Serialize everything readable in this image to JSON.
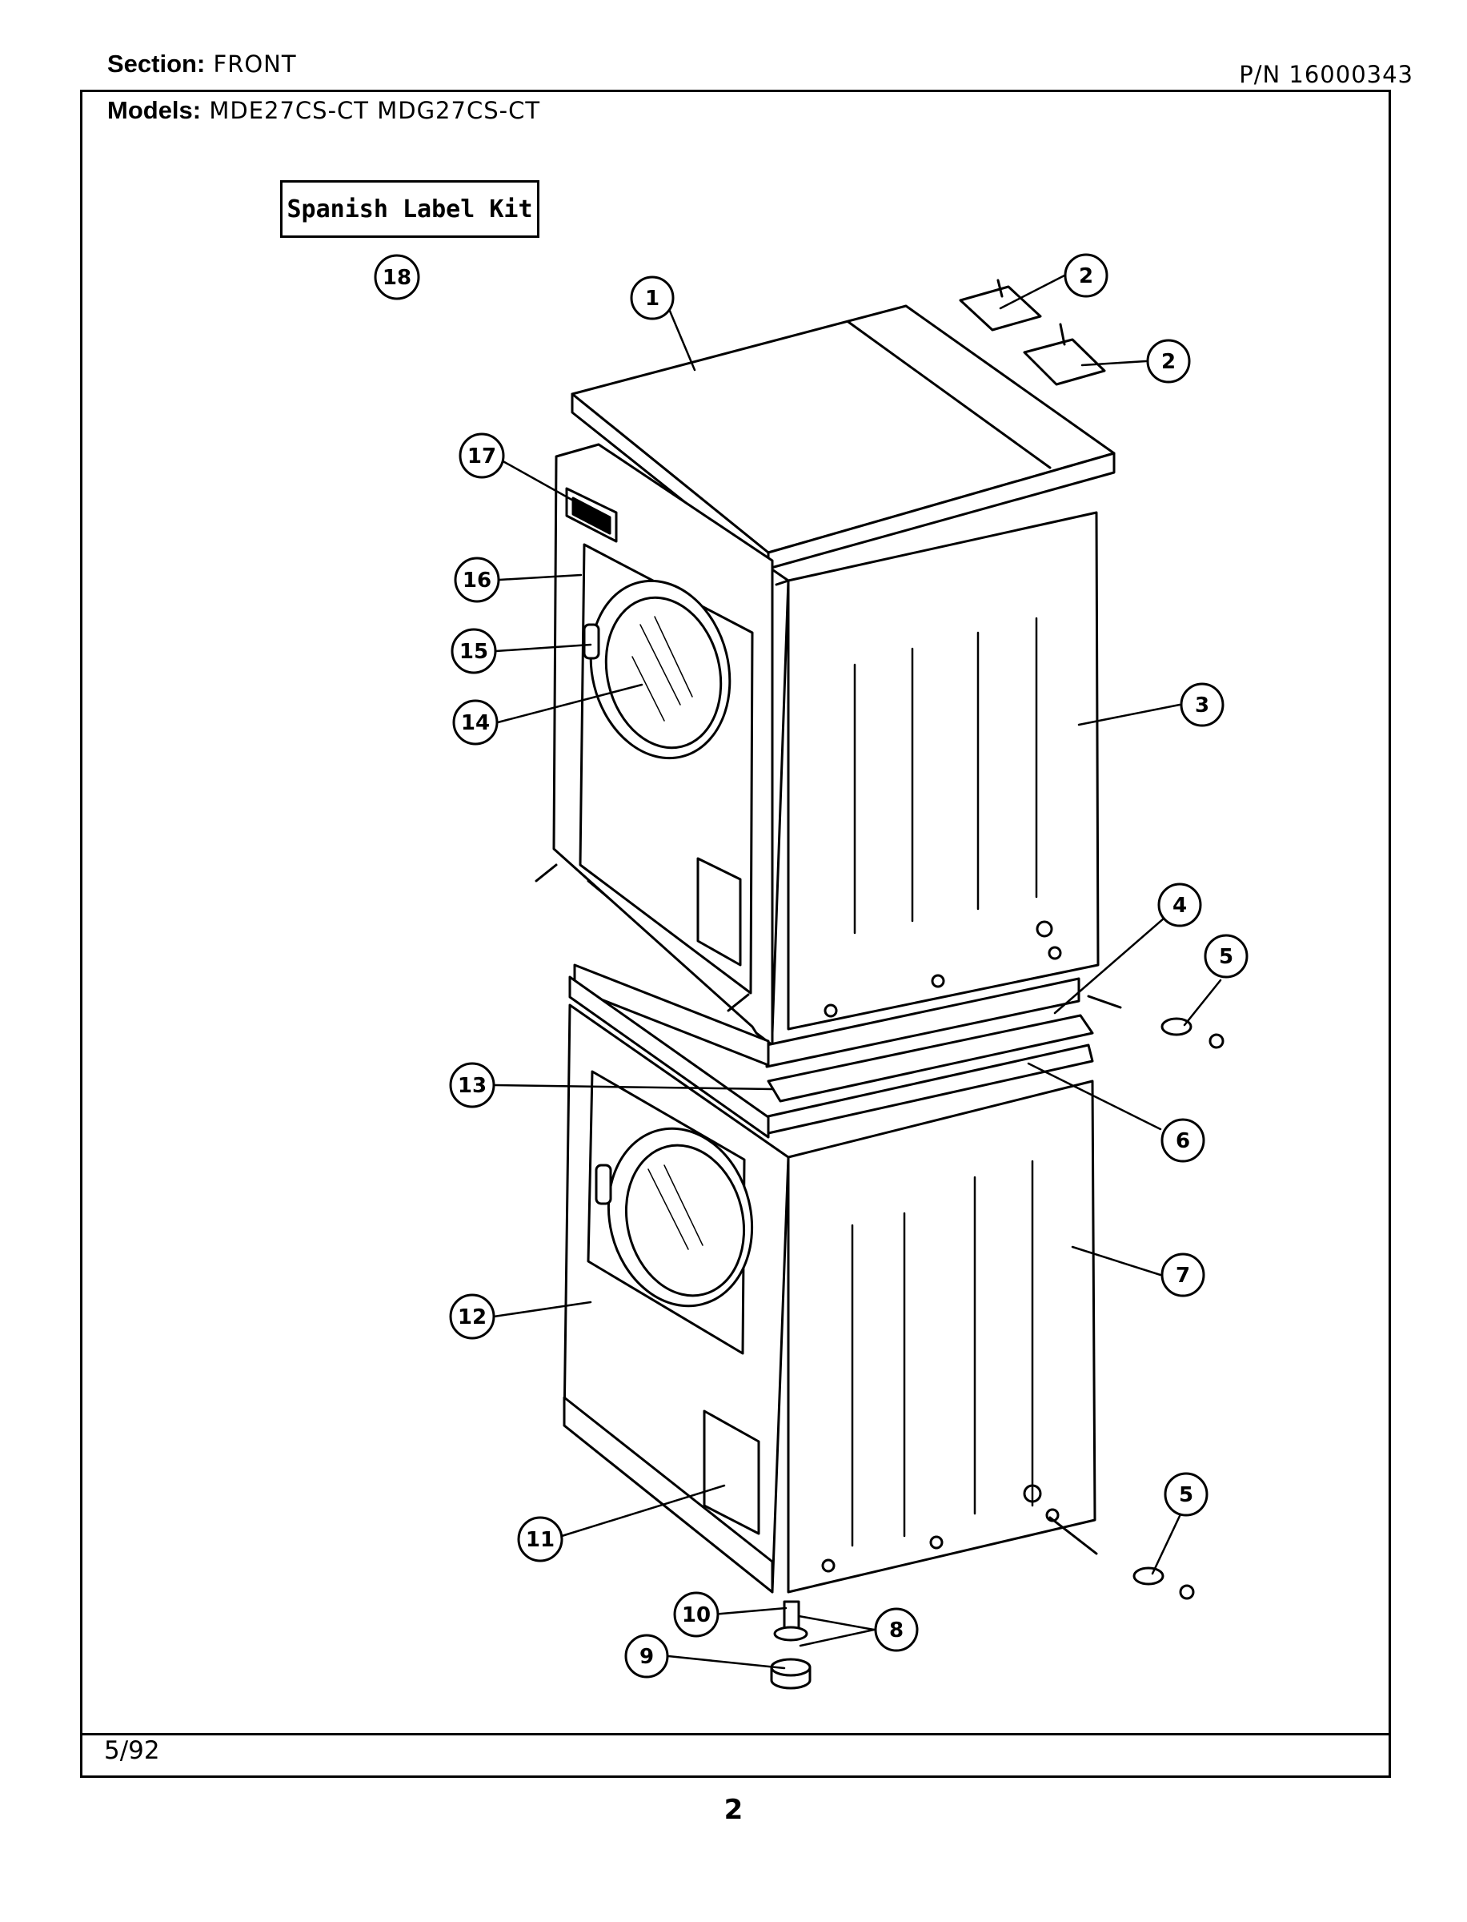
{
  "header": {
    "section_label": "Section:",
    "section_value": "FRONT",
    "models_label": "Models:",
    "models_value": "MDE27CS-CT MDG27CS-CT",
    "part_number": "P/N 16000343"
  },
  "kit_label": "Spanish Label Kit",
  "callouts": [
    {
      "id": "callout-1",
      "number": "1"
    },
    {
      "id": "callout-2a",
      "number": "2"
    },
    {
      "id": "callout-2b",
      "number": "2"
    },
    {
      "id": "callout-3",
      "number": "3"
    },
    {
      "id": "callout-4",
      "number": "4"
    },
    {
      "id": "callout-5a",
      "number": "5"
    },
    {
      "id": "callout-5b",
      "number": "5"
    },
    {
      "id": "callout-6",
      "number": "6"
    },
    {
      "id": "callout-7",
      "number": "7"
    },
    {
      "id": "callout-8",
      "number": "8"
    },
    {
      "id": "callout-9",
      "number": "9"
    },
    {
      "id": "callout-10",
      "number": "10"
    },
    {
      "id": "callout-11",
      "number": "11"
    },
    {
      "id": "callout-12",
      "number": "12"
    },
    {
      "id": "callout-13",
      "number": "13"
    },
    {
      "id": "callout-14",
      "number": "14"
    },
    {
      "id": "callout-15",
      "number": "15"
    },
    {
      "id": "callout-16",
      "number": "16"
    },
    {
      "id": "callout-17",
      "number": "17"
    },
    {
      "id": "callout-18",
      "number": "18"
    }
  ],
  "footer": {
    "date": "5/92",
    "page_number": "2"
  }
}
